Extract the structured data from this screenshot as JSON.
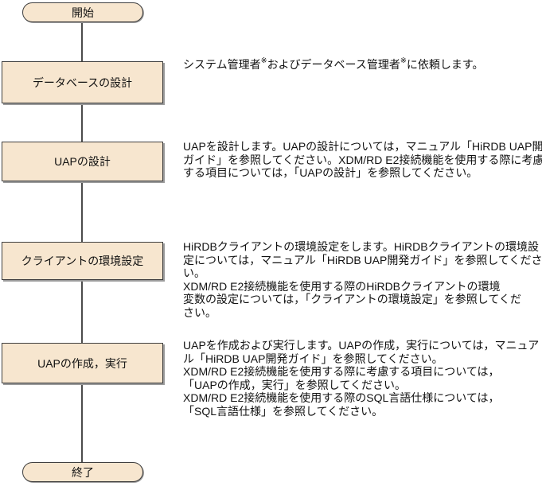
{
  "flowchart": {
    "start": {
      "label": "開始"
    },
    "end": {
      "label": "終了"
    },
    "steps": [
      {
        "label": "データベースの設計",
        "description_lines": [
          "システム管理者※およびデータベース管理者※に依頼します。"
        ]
      },
      {
        "label": "UAPの設計",
        "description_lines": [
          "UAPを設計します。UAPの設計については，マニュアル「HiRDB UAP開発",
          "ガイド」を参照してください。XDM/RD E2接続機能を使用する際に考慮",
          "する項目については，「UAPの設計」を参照してください。"
        ]
      },
      {
        "label": "クライアントの環境設定",
        "description_lines": [
          "HiRDBクライアントの環境設定をします。HiRDBクライアントの環境設",
          "定については，マニュアル「HiRDB UAP開発ガイド」を参照してくださ",
          "い。",
          "XDM/RD E2接続機能を使用する際のHiRDBクライアントの環境",
          "変数の設定については，「クライアントの環境設定」を参照してくだ",
          "さい。"
        ]
      },
      {
        "label": "UAPの作成，実行",
        "description_lines": [
          "UAPを作成および実行します。UAPの作成，実行については，マニュア",
          "ル「HiRDB UAP開発ガイド」を参照してください。",
          "XDM/RD E2接続機能を使用する際に考慮する項目については，",
          "「UAPの作成，実行」を参照してください。",
          "XDM/RD E2接続機能を使用する際のSQL言語仕様については，",
          "「SQL言語仕様」を参照してください。"
        ]
      }
    ],
    "colors": {
      "node_fill": "#f7e6cf",
      "node_border": "#3f3f3f",
      "connector": "#4c4c4c",
      "shadow": "#9a9a9a",
      "text": "#111111",
      "bg": "#ffffff"
    }
  }
}
